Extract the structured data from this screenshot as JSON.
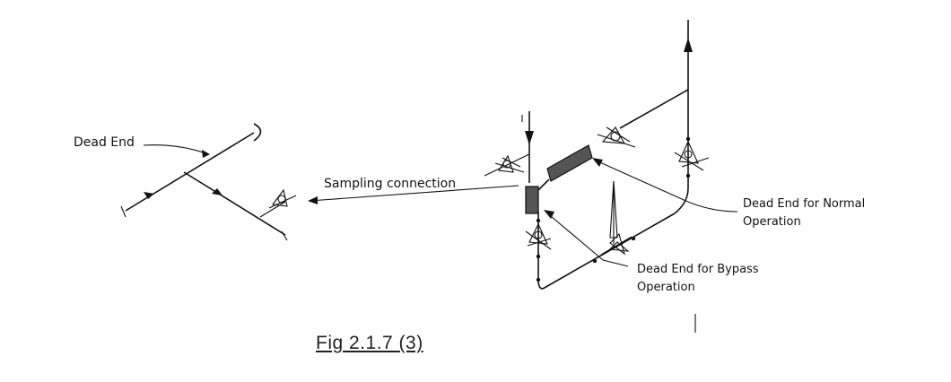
{
  "labels": {
    "dead_end": "Dead End",
    "sampling_connection": "Sampling connection",
    "dead_end_normal_line1": "Dead End for Normal",
    "dead_end_normal_line2": "Operation",
    "dead_end_bypass_line1": "Dead End for Bypass",
    "dead_end_bypass_line2": "Operation"
  },
  "caption": "Fig 2.1.7 (3)"
}
